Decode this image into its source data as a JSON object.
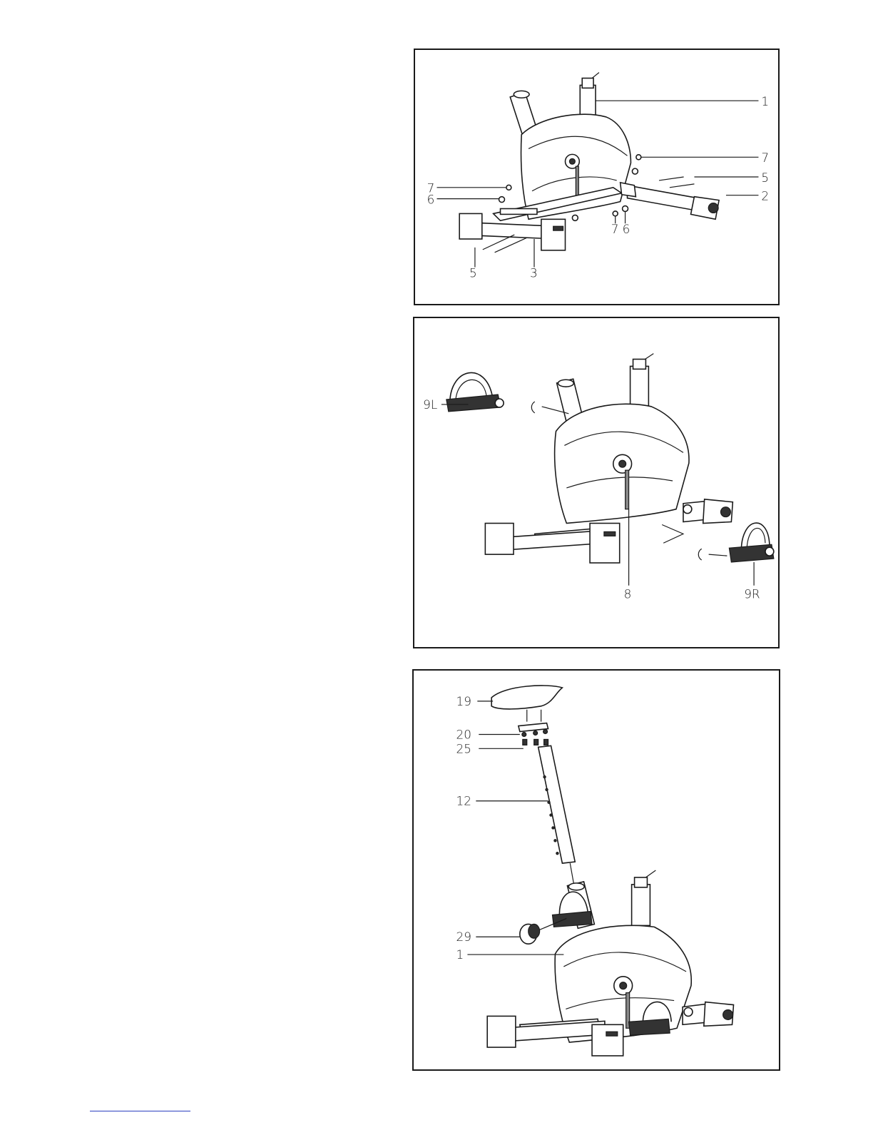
{
  "panels": [
    {
      "labels": {
        "c1": "1",
        "c7a": "7",
        "c5a": "5",
        "c2": "2",
        "c7b": "7",
        "c6a": "6",
        "c7c": "7",
        "c6b": "6",
        "c5b": "5",
        "c3": "3"
      }
    },
    {
      "labels": {
        "c9l": "9L",
        "c8": "8",
        "c9r": "9R"
      }
    },
    {
      "labels": {
        "c19": "19",
        "c20": "20",
        "c25": "25",
        "c12": "12",
        "c29": "29",
        "c1": "1"
      }
    }
  ],
  "icons": [
    "exercise-bike-frame-icon",
    "pedal-icon",
    "seat-icon",
    "knob-icon",
    "bolt-icon"
  ]
}
